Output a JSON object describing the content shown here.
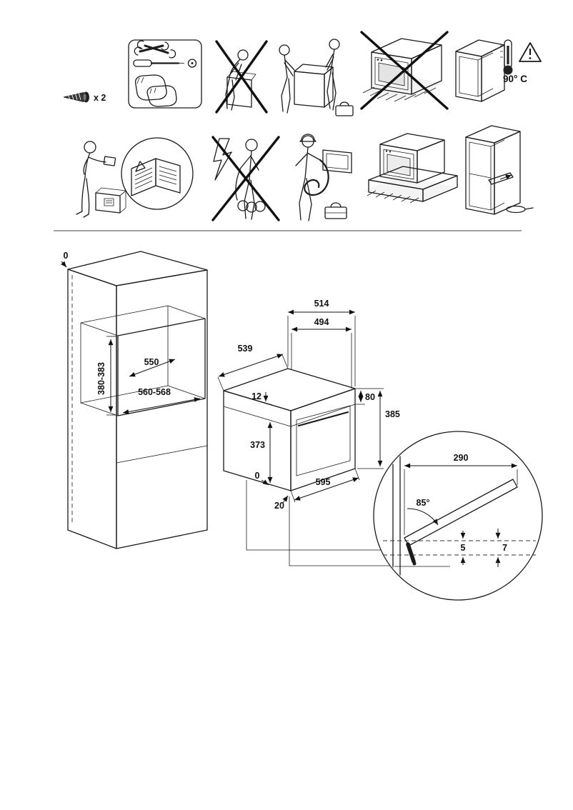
{
  "labels": {
    "screw_count": "x 2",
    "max_temp": "90° C"
  },
  "cabinet_dims": {
    "zero": "0",
    "depth": "550",
    "width": "560-568",
    "height": "380-383"
  },
  "oven_dims": {
    "top_width_outer": "514",
    "top_width_inner": "494",
    "depth": "539",
    "top_clearance": "12",
    "rear_height": "80",
    "height": "385",
    "front_height": "373",
    "width": "595",
    "zero": "0",
    "bottom_clearance": "20"
  },
  "detail_dims": {
    "width": "290",
    "angle": "85°",
    "gap_small": "5",
    "gap_large": "7"
  },
  "pictograms": {
    "row1": [
      "screws-x2",
      "tools-required",
      "single-person-lift-prohibited",
      "two-person-lift-required",
      "floor-placement-prohibited",
      "cabinet-heat-resistance-90c"
    ],
    "row2": [
      "read-instructions",
      "diy-electrical-prohibited",
      "qualified-installer-connection",
      "plinth-installation",
      "remove-accessories-from-cabinet"
    ]
  }
}
